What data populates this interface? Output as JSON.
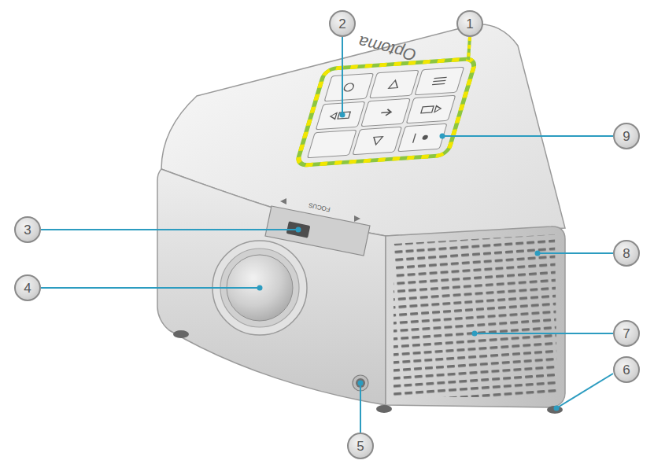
{
  "diagram": {
    "nodes": [
      {
        "text": [
          "2"
        ]
      },
      {
        "text": [
          "1"
        ]
      },
      {
        "text": [
          "9"
        ]
      },
      {
        "text": [
          "3"
        ]
      },
      {
        "text": [
          "8"
        ]
      },
      {
        "text": [
          "4"
        ]
      },
      {
        "text": [
          "7"
        ]
      },
      {
        "text": [
          "6"
        ]
      },
      {
        "text": [
          "5"
        ]
      }
    ],
    "labels": [
      "Optoma",
      "FOCUS"
    ]
  }
}
